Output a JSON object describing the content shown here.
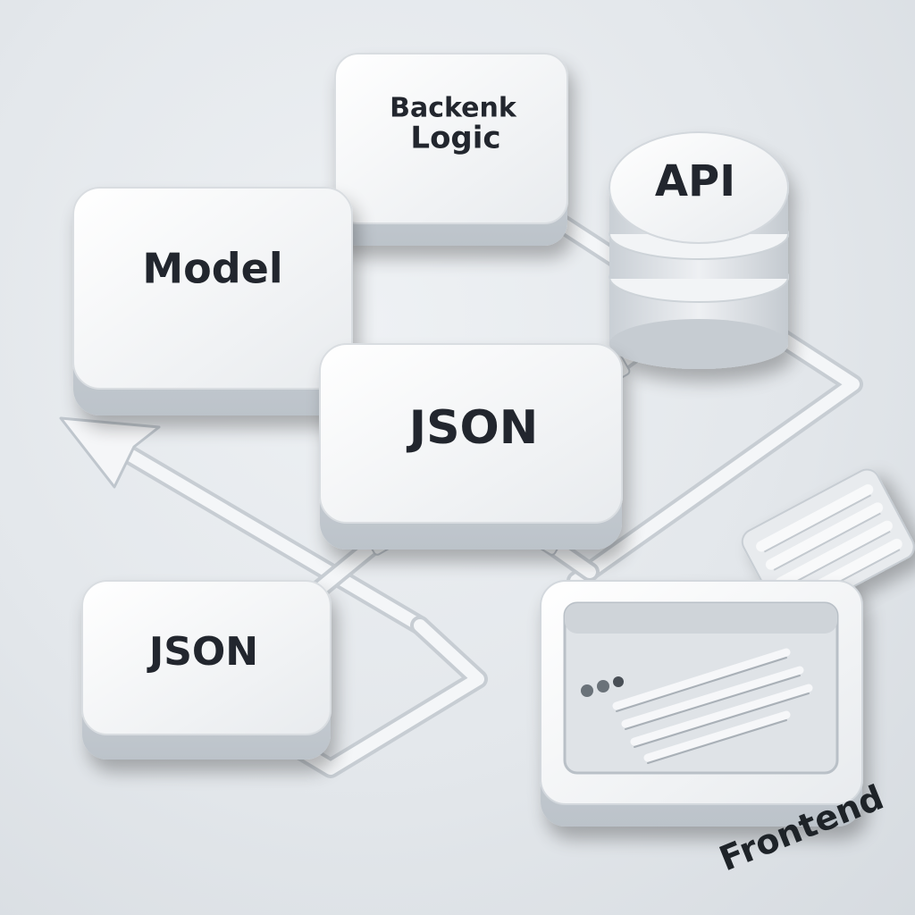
{
  "nodes": {
    "backend": {
      "label_line1": "Backenk",
      "label_line2": "Logic"
    },
    "api": {
      "label": "API"
    },
    "model": {
      "label": "Model"
    },
    "json_center": {
      "label": "JSON"
    },
    "json_lower": {
      "label": "JSON"
    },
    "frontend": {
      "label": "Frontend"
    }
  }
}
